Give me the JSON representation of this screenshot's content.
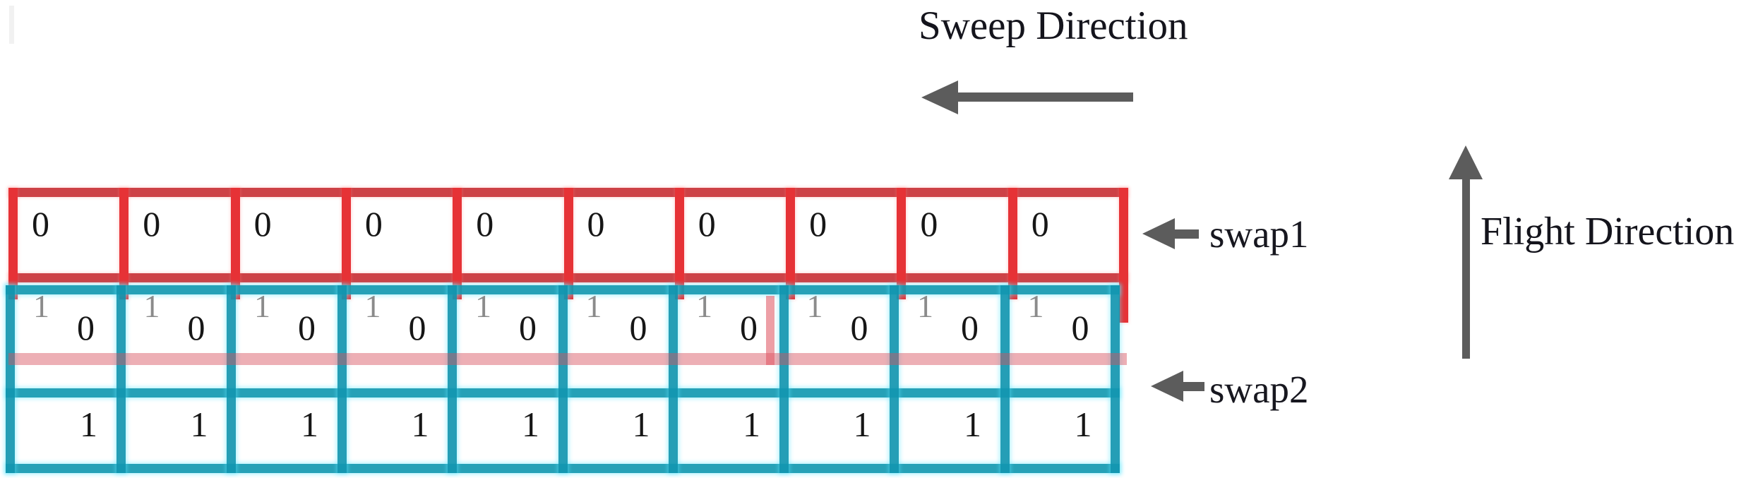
{
  "diagram": {
    "sweep_label": "Sweep Direction",
    "flight_label": "Flight Direction",
    "swap1_label": "swap1",
    "swap2_label": "swap2"
  },
  "grid": {
    "columns": 10,
    "swap1_row_values": [
      "0",
      "0",
      "0",
      "0",
      "0",
      "0",
      "0",
      "0",
      "0",
      "0"
    ],
    "overlap_row_ghost_values": [
      "1",
      "1",
      "1",
      "1",
      "1",
      "1",
      "1",
      "1",
      "1",
      "1"
    ],
    "overlap_row_values": [
      "0",
      "0",
      "0",
      "0",
      "0",
      "0",
      "0",
      "0",
      "0",
      "0"
    ],
    "bottom_row_values": [
      "1",
      "1",
      "1",
      "1",
      "1",
      "1",
      "1",
      "1",
      "1",
      "1"
    ]
  },
  "colors": {
    "red_horizontal": "#cd4146",
    "red_vertical": "#e63236",
    "teal_border": "#1499b1",
    "cyan_glow": "#5ae6ff",
    "pink_overlap": "rgba(216,78,90,0.5)",
    "arrow_gray": "#5c5c5c",
    "text": "#14141c",
    "ghost_digit_gray": "#8b8b8b",
    "background": "#ffffff"
  }
}
